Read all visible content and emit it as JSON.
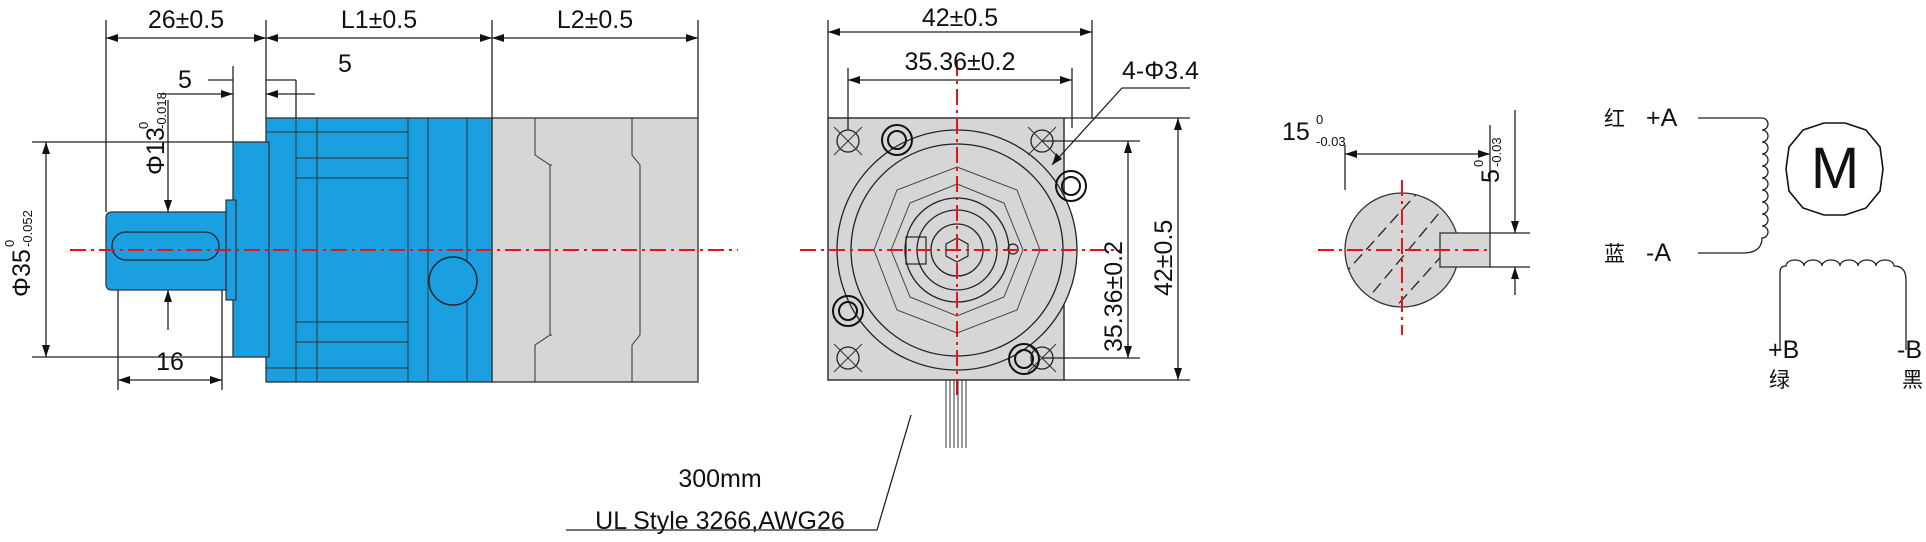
{
  "colors": {
    "gearbox": "#1aa0e0",
    "motor": "#d6d6d6",
    "centerline": "#e8121b",
    "line": "#222222"
  },
  "side_view": {
    "dim_26": "26±0.5",
    "dim_L1": "L1±0.5",
    "dim_L2": "L2±0.5",
    "dim_5a": "5",
    "dim_5b": "5",
    "dia_13_base": "Φ13",
    "dia_13_tol_top": "0",
    "dia_13_tol_bot": "-0.018",
    "dia_35_base": "Φ35",
    "dia_35_tol_top": "0",
    "dia_35_tol_bot": "-0.052",
    "dim_16": "16"
  },
  "front_view": {
    "dim_42_top": "42±0.5",
    "dim_35_top": "35.36±0.2",
    "holes": "4-Φ3.4",
    "dim_35_side": "35.36±0.2",
    "dim_42_side": "42±0.5"
  },
  "cable": {
    "length": "300mm",
    "spec": "UL Style 3266,AWG26"
  },
  "shaft_section": {
    "dim_15_base": "15",
    "dim_15_tol_top": "0",
    "dim_15_tol_bot": "-0.03",
    "dim_5_base": "5",
    "dim_5_tol_top": "0",
    "dim_5_tol_bot": "-0.03"
  },
  "wiring": {
    "red_label": "红",
    "a_plus": "+A",
    "blue_label": "蓝",
    "a_minus": "-A",
    "motor_symbol": "M",
    "b_plus": "+B",
    "green_label": "绿",
    "b_minus": "-B",
    "black_label": "黑"
  }
}
